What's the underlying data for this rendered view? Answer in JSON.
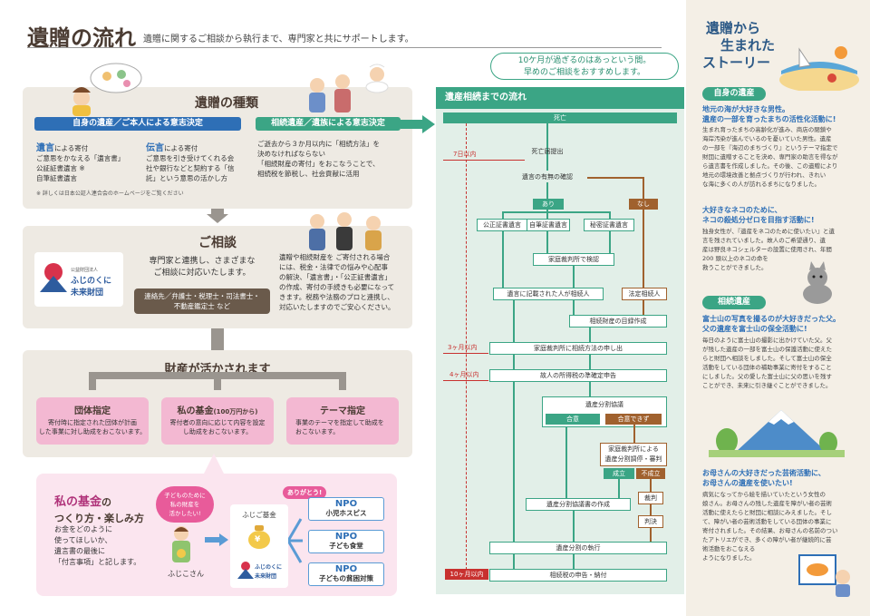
{
  "header": {
    "title": "遺贈の流れ",
    "subtitle": "遺贈に関するご相談から執行まで、専門家と共にサポートします。"
  },
  "callout": {
    "line1": "10ケ月が過ぎるのはあっという間。",
    "line2": "早めのご相談をおすすめします。"
  },
  "types": {
    "title": "遺贈の種類",
    "own_tab": "自身の遺産／ご本人による意志決定",
    "inherit_tab": "相続遺産／遺族による意志決定",
    "izou_label": "遺言",
    "izou_suffix": "による寄付",
    "izou_lines": [
      "ご意思をかなえる「遺言書」",
      "公証証書遺言 ※",
      "自筆証書遺言"
    ],
    "dengon_label": "伝言",
    "dengon_suffix": "による寄付",
    "dengon_lines": [
      "ご意思を引き受けてくれる会",
      "社や銀行などと契約する「信",
      "託」という意思の活かし方"
    ],
    "inherit_lines": [
      "ご逝去から３か月以内に「相続方法」を",
      "決めなければならない",
      "「相続財産の寄付」をおこなうことで、",
      "相続税を節税し、社会貢献に活用"
    ],
    "note": "※ 詳しくは日本公証人連合会のホームページをご覧ください"
  },
  "consult": {
    "title": "ご相談",
    "lead1": "専門家と連携し、さまざまな",
    "lead2": "ご相談に対応いたします。",
    "experts1": "連絡先／弁護士・税理士・司法書士・",
    "experts2": "不動産鑑定士 など",
    "logo_small": "公益財団法人",
    "logo_name1": "ふじのくに",
    "logo_name2": "未来財団",
    "body": [
      "遺贈や相続財産を ご寄付される場合",
      "には、税金・法律での悩みや心配事",
      "の解決、「遺言書」・「公正証書遺言」",
      "の作成、寄付の手続きも必要になって",
      "きます。税務や法務のプロと連携し、",
      "対応いたしますのでご安心ください。"
    ]
  },
  "use": {
    "title": "財産が活かされます",
    "items": [
      {
        "name": "団体指定",
        "lines": [
          "寄付時に指定された団体が計画",
          "した事業に対し助成をおこないます。"
        ]
      },
      {
        "name": "私の基金",
        "suffix": "(100万円から)",
        "lines": [
          "寄付者の意向に応じて内容を設定",
          "し助成をおこないます。"
        ]
      },
      {
        "name": "テーマ指定",
        "lines": [
          "事業のテーマを指定して助成を",
          "おこないます。"
        ]
      }
    ]
  },
  "fund": {
    "title_a": "私の基金",
    "title_b": "の",
    "title_line2": "つくり方・楽しみ方",
    "body": [
      "お金をどのように",
      "使ってほしいか、",
      "遺言書の最後に",
      "「付言事項」と記します。"
    ],
    "bubble": [
      "子どものために",
      "私の財産を",
      "活かしたい!"
    ],
    "person": "ふじこさん",
    "center_label": "ふじご基金",
    "thanks": "ありがとう!",
    "npo": [
      {
        "label": "NPO",
        "name": "小児ホスピス"
      },
      {
        "label": "NPO",
        "name": "子ども食堂"
      },
      {
        "label": "NPO",
        "name": "子どもの貧困対策"
      }
    ],
    "center_logo1": "ふじのくに",
    "center_logo2": "未来財団",
    "coin": "¥"
  },
  "flow": {
    "header": "遺産相続までの流れ",
    "death": "死亡",
    "d7": "7日以内",
    "notice": "死亡届提出",
    "will_check": "遺言の有無の確認",
    "yes": "あり",
    "no": "なし",
    "w1": "公正証書遺言",
    "w2": "自筆証書遺言",
    "w3": "秘密証書遺言",
    "court_check": "家庭裁判所で検認",
    "will_heir": "遺言に記載された人が相続人",
    "legal_heir": "法定相続人",
    "list": "相続財産の目録作成",
    "m3": "3ヶ月以内",
    "method": "家庭裁判所に相続方法の申し出",
    "m4": "4ヶ月以内",
    "tax_decl": "故人の所得税の準確定申告",
    "division": "遺産分割協議",
    "agree": "合意",
    "disagree": "合意できず",
    "mediation": [
      "家庭裁判所による",
      "遺産分割調停・審判"
    ],
    "ok": "成立",
    "ng": "不成立",
    "trial": "裁判",
    "verdict": "判決",
    "agreement_doc": "遺産分割協議書の作成",
    "execute": "遺産分割の執行",
    "m10": "10ヶ月以内",
    "inherit_tax": "相続税の申告・納付"
  },
  "stories": {
    "title_line1": "遺贈から",
    "title_line2": "生まれた",
    "title_line3": "ストーリー",
    "s1_tag": "自身の遺産",
    "s1_head": [
      "地元の海が大好きな男性。",
      "遺産の一部を育ったまちの活性化活動に!"
    ],
    "s1_body": [
      "生まれ育ったまちの高齢化が進み、商店の閉鎖や",
      "海岸汚染が進んでいるのを憂いていた男性。遺産",
      "の一部を『海辺のまちづくり』というテーマ指定で",
      "財団に遺贈することを決め、専門家の助言を得なが",
      "ら遺言書を作成しました。その後、この遺贈により",
      "地元の環境改善と拠点づくりが行われ、きれい",
      "な海に多くの人が訪れるまちになりました。"
    ],
    "s2_head": [
      "大好きなネコのために、",
      "ネコの殺処分ゼロを目指す活動に!"
    ],
    "s2_body": [
      "独身女性が、『遺産をネコのために使いたい』と遺",
      "言を残されていました。故人のご希望通り、遺",
      "産は野良ネコシェルターの設置に使用され、年間",
      "200 頭以上のネコの命を",
      "救うことができました。"
    ],
    "s3_tag": "相続遺産",
    "s3_head": [
      "富士山の写真を撮るのが大好きだった父。",
      "父の遺産を富士山の保全活動に!"
    ],
    "s3_body": [
      "毎日のように富士山の撮影に出かけていた父。父",
      "が残した遺産の一部を富士山の保護活動に使えた",
      "らと財団へ相談をしました。そして富士山の保全",
      "活動をしている団体の補助事業に寄付をすること",
      "にしました。父の愛した富士山に父の思いを残す",
      "ことができ、未来に引き継ぐことができました。"
    ],
    "s4_head": [
      "お母さんの大好きだった芸術活動に、",
      "お母さんの遺産を使いたい!"
    ],
    "s4_body": [
      "病気になってから絵を描いていたという女性の",
      "娘さん。お母さんの残した遺産を障がい者の芸術",
      "活動に使えたらと財団に相談にみえました。そし",
      "て、障がい者の芸術活動をしている団体の事業に",
      "寄付されました。その結果、お母さんの名前のつい",
      "たアトリエができ、多くの障がい者が継続的に芸",
      "術活動をおこなえる",
      "ようになりました。"
    ]
  },
  "colors": {
    "green": "#3ba585",
    "blue": "#2e6fb6",
    "pink": "#f3b8d2",
    "brown": "#a0612e",
    "red": "#c8312f"
  }
}
